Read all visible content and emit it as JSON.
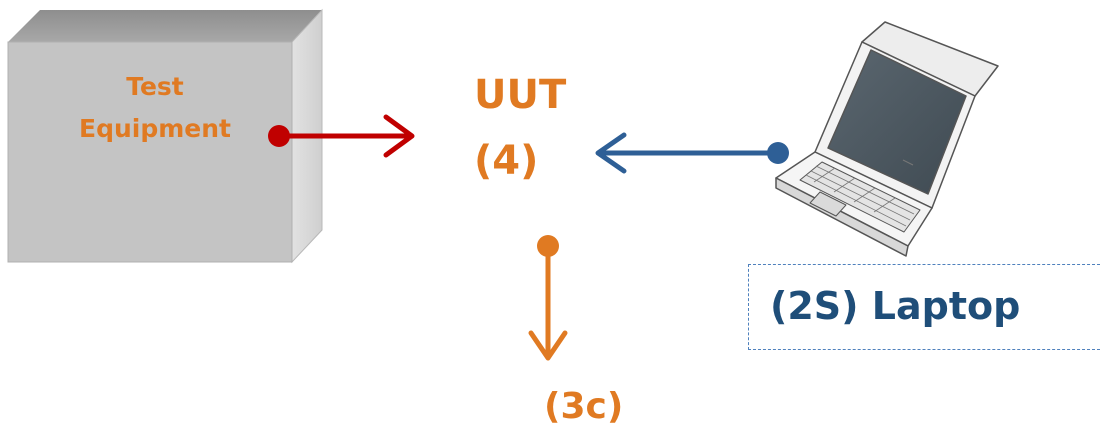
{
  "equipment": {
    "line1": "Test",
    "line2": "Equipment"
  },
  "uut": {
    "line1": "UUT",
    "line2": "(4)"
  },
  "laptop": {
    "label": "(2S) Laptop"
  },
  "bottom": {
    "label": "(3c)"
  },
  "colors": {
    "orange": "#E07A22",
    "red_arrow": "#C00000",
    "blue_arrow": "#2E5F96",
    "box_front": "#C4C4C4",
    "box_top": "#9B9B9B",
    "box_side": "#DCDCDC",
    "dashed_border": "#4F81BD"
  },
  "icons": [
    "test-equipment-box",
    "laptop-icon"
  ]
}
